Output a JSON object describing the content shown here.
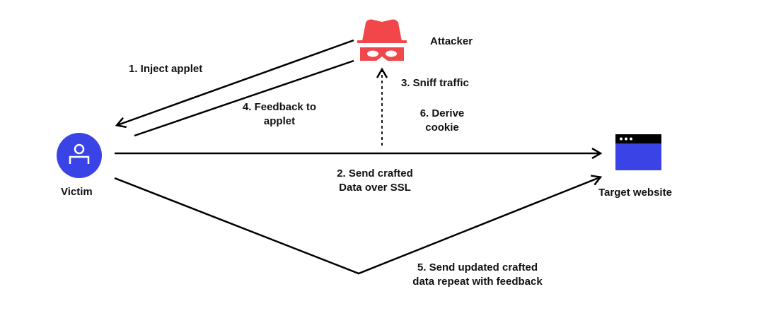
{
  "colors": {
    "attacker": "#f2474a",
    "victim": "#3a44e6",
    "target": "#3a44e6",
    "line": "#000000"
  },
  "nodes": {
    "attacker": {
      "label": "Attacker",
      "icon": "spy-hat-mask-icon"
    },
    "victim": {
      "label": "Victim",
      "icon": "user-icon"
    },
    "target": {
      "label": "Target website",
      "icon": "browser-window-icon"
    }
  },
  "steps": [
    {
      "label": "1. Inject applet"
    },
    {
      "line1": "2. Send crafted",
      "line2": "Data over SSL"
    },
    {
      "label": "3. Sniff traffic"
    },
    {
      "line1": "4. Feedback to",
      "line2": "applet"
    },
    {
      "line1": "5. Send updated crafted",
      "line2": "data repeat with feedback"
    },
    {
      "line1": "6. Derive",
      "line2": "cookie"
    }
  ]
}
